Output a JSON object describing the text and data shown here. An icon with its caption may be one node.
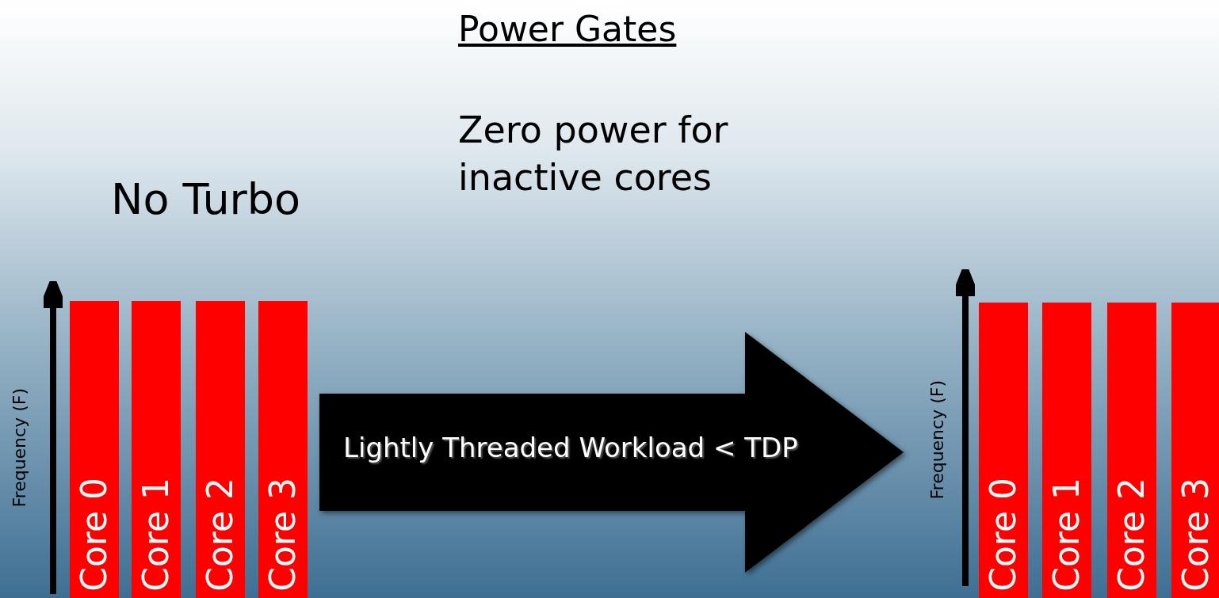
{
  "diagram": {
    "nodes": [
      {
        "text": [
          "No Turbo"
        ]
      },
      {
        "text": [
          "Core 0"
        ],
        "in": 0
      },
      {
        "text": [
          "Core 1"
        ],
        "in": 0
      },
      {
        "text": [
          "Core 2"
        ],
        "in": 0
      },
      {
        "text": [
          "Core 3"
        ],
        "in": 0
      },
      {
        "text": [],
        "shape": "box"
      },
      {
        "text": [
          "Core 0"
        ],
        "in": 5
      },
      {
        "text": [
          "Core 1"
        ],
        "in": 5
      },
      {
        "text": [
          "Core 2"
        ],
        "in": 5
      },
      {
        "text": [
          "Core 3"
        ],
        "in": 5
      }
    ],
    "edges": [
      {
        "from": 0,
        "to": 5,
        "arrow": "to",
        "label": "Lightly Threaded Workload < TDP"
      }
    ],
    "labels": [
      "Power Gates",
      "Zero power for inactive cores",
      "Frequency (F)",
      "Frequency (F)"
    ]
  }
}
